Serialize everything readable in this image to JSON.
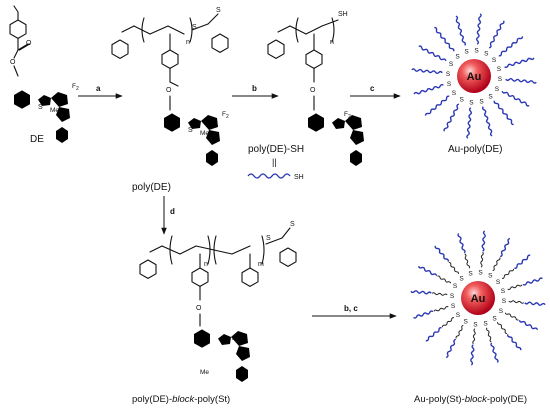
{
  "labels": {
    "monomer": "DE",
    "polymer": "poly(DE)",
    "thiol_polymer": "poly(DE)-SH",
    "au_polymer": "Au-poly(DE)",
    "block_copolymer_prefix": "poly(DE)-",
    "block_copolymer_italic": "block",
    "block_copolymer_suffix": "-poly(St)",
    "au_block_prefix": "Au-poly(St)-",
    "au_block_italic": "block",
    "au_block_suffix": "-poly(DE)"
  },
  "steps": {
    "a": "a",
    "b": "b",
    "c": "c",
    "d": "d",
    "bc": "b, c"
  },
  "atoms": {
    "S": "S",
    "SH": "SH",
    "O": "O",
    "Me": "Me",
    "F2": "F",
    "F2_sub": "2",
    "n": "n",
    "m": "m",
    "Au": "Au",
    "equiv": "||"
  },
  "colors": {
    "gold_core": "#e0122b",
    "chain_blue": "#2a37b4",
    "chain_black": "#222222"
  }
}
